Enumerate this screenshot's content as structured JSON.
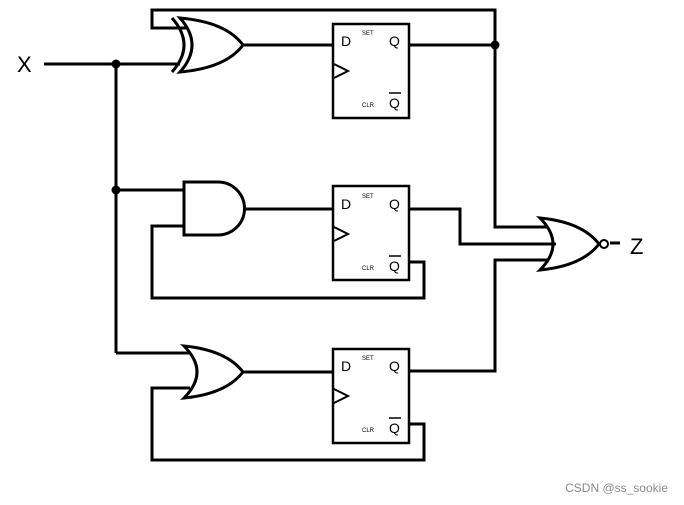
{
  "inputs": {
    "x_label": "X"
  },
  "outputs": {
    "z_label": "Z"
  },
  "flip_flops": [
    {
      "d": "D",
      "set": "SET",
      "q": "Q",
      "clr": "CLR",
      "qbar": "Q"
    },
    {
      "d": "D",
      "set": "SET",
      "q": "Q",
      "clr": "CLR",
      "qbar": "Q"
    },
    {
      "d": "D",
      "set": "SET",
      "q": "Q",
      "clr": "CLR",
      "qbar": "Q"
    }
  ],
  "gates": [
    "XOR",
    "AND",
    "OR",
    "NOR"
  ],
  "watermark": "CSDN @ss_sookie",
  "colors": {
    "wire": "#000000",
    "background": "#ffffff",
    "watermark": "#8a8a8a"
  }
}
